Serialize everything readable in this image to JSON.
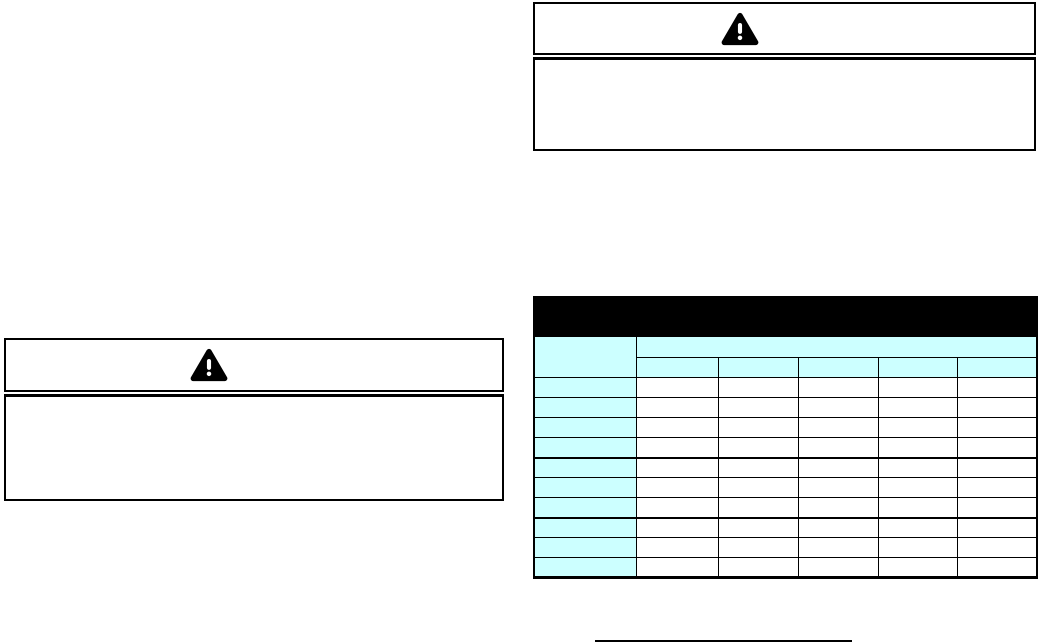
{
  "colors": {
    "page_background": "#FFFFFF",
    "table_title_band_fill": "#000000",
    "table_header_fill": "#CCFFFF",
    "border": "#000000"
  },
  "warning_box_right": {
    "icon": "warning-triangle",
    "header_text": "",
    "body_text": ""
  },
  "warning_box_left": {
    "icon": "warning-triangle",
    "header_text": "",
    "body_text": ""
  },
  "table": {
    "title": "",
    "corner_label": "",
    "merged_header": "",
    "columns": [
      "",
      "",
      "",
      "",
      ""
    ],
    "rows": [
      {
        "label": "",
        "values": [
          "",
          "",
          "",
          "",
          ""
        ]
      },
      {
        "label": "",
        "values": [
          "",
          "",
          "",
          "",
          ""
        ]
      },
      {
        "label": "",
        "values": [
          "",
          "",
          "",
          "",
          ""
        ]
      },
      {
        "label": "",
        "values": [
          "",
          "",
          "",
          "",
          ""
        ]
      },
      {
        "label": "",
        "values": [
          "",
          "",
          "",
          "",
          ""
        ]
      },
      {
        "label": "",
        "values": [
          "",
          "",
          "",
          "",
          ""
        ]
      },
      {
        "label": "",
        "values": [
          "",
          "",
          "",
          "",
          ""
        ]
      },
      {
        "label": "",
        "values": [
          "",
          "",
          "",
          "",
          ""
        ]
      },
      {
        "label": "",
        "values": [
          "",
          "",
          "",
          "",
          ""
        ]
      },
      {
        "label": "",
        "values": [
          "",
          "",
          "",
          "",
          ""
        ]
      }
    ],
    "group_end_row_indexes": [
      3,
      6
    ],
    "thick_column_index": 2
  }
}
